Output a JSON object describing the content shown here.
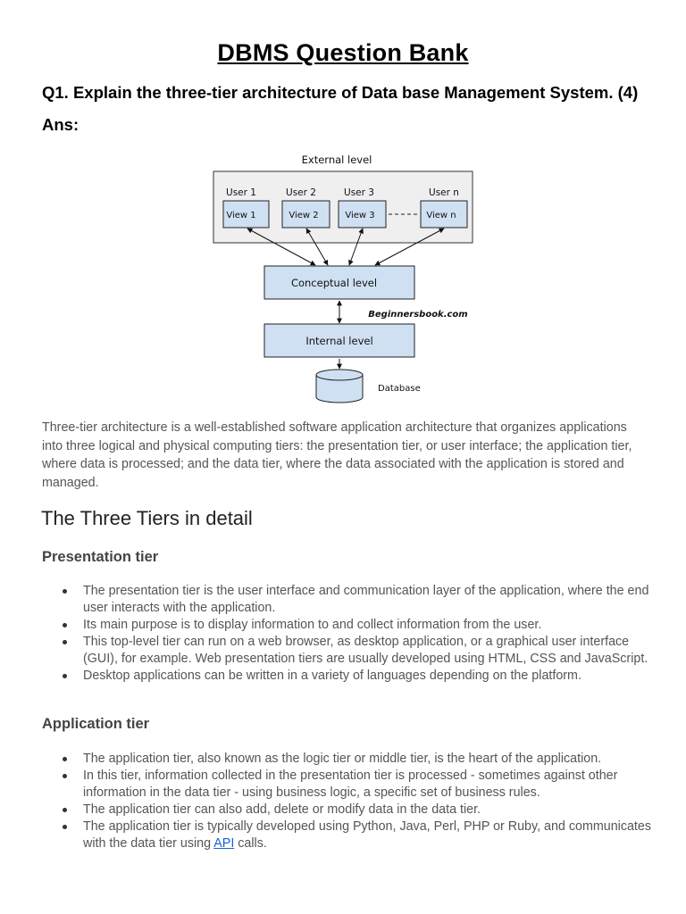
{
  "document": {
    "title": "DBMS Question Bank",
    "question": "Q1. Explain the three-tier architecture of Data base Management System. (4)",
    "answer_label": "Ans:"
  },
  "diagram": {
    "external_level": "External level",
    "users": [
      "User 1",
      "User 2",
      "User 3",
      "User n"
    ],
    "views": [
      "View 1",
      "View 2",
      "View 3",
      "View n"
    ],
    "conceptual_level": "Conceptual level",
    "internal_level": "Internal level",
    "database": "Database",
    "watermark": "Beginnersbook.com"
  },
  "intro": "Three-tier architecture is a well-established software application architecture that organizes applications into three logical and physical computing tiers: the presentation tier, or user interface; the application tier, where data is processed; and the data tier, where the data associated with the application is stored and managed.",
  "section_title": "The Three Tiers in detail",
  "presentation": {
    "heading": "Presentation tier",
    "bullets": [
      "The presentation tier is the user interface and communication layer of the application, where the end user interacts with the application.",
      "Its main purpose is to display information to and collect information from the user.",
      "This top-level tier can run on a web browser, as desktop application, or a graphical user interface (GUI), for example. Web presentation tiers are usually developed using HTML, CSS and JavaScript.",
      "Desktop applications can be written in a variety of languages depending on the platform."
    ]
  },
  "application": {
    "heading": "Application tier",
    "bullets": [
      "The application tier, also known as the logic tier or middle tier, is the heart of the application.",
      "In this tier, information collected in the presentation tier is processed - sometimes against other information in the data tier - using business logic, a specific set of business rules.",
      "The application tier can also add, delete or modify data in the data tier."
    ],
    "last_bullet_before": "The application tier is typically developed using Python, Java, Perl, PHP or Ruby, and communicates with the data tier using ",
    "last_bullet_link": "API",
    "last_bullet_after": " calls."
  }
}
